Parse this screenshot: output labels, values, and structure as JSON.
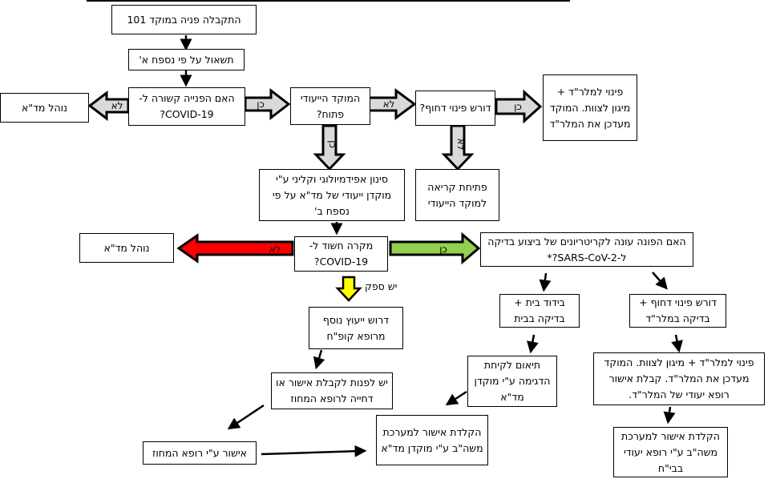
{
  "diagram": {
    "title": "COVID-19 call handling flowchart",
    "colors": {
      "gray_arrow": "#d9d9d9",
      "red_arrow": "#ff0000",
      "green_arrow": "#92d050",
      "yellow_arrow": "#ffff00",
      "outline": "#000000"
    },
    "nodes": {
      "start": "התקבלה פניה במוקד 101",
      "questioning": "תשאול על פי נספח א'",
      "related_q": "האם הפנייה קשורה ל-COVID-19?",
      "handled_mda_1": "נוהל מד\"א",
      "dedicated_open_q": "המוקד הייעודי פתוח?",
      "urgent_evac_q": "דורש פינוי דחוף?",
      "evac_mlrd": "פינוי למלר\"ד + מיגון לצוות. המוקד מעדכן את המלר\"ד",
      "screening": "סינון אפידמיולוגי וקליני ע\"י מוקדן ייעודי של מד\"א על פי נספח ב'",
      "open_call": "פתיחת קריאה למוקד הייעודי",
      "suspected_q": "מקרה חשוד ל-COVID-19?",
      "handled_mda_2": "נוהל מד\"א",
      "criteria_q": "האם הפונה עונה לקריטריונים של ביצוע בדיקה ל-SARS-CoV-2?*",
      "home_isolation": "בידוד בית + בדיקה בבית",
      "urgent_evac_test": "דורש פינוי דחוף + בדיקה במלר\"ד",
      "consult": "דרוש ייעוץ נוסף מרופא קופ\"ח",
      "sample_coord": "תיאום לקיחת הדגימה ע\"י מוקדן מד\"א",
      "evac_mlrd_2": "פינוי למלר\"ד + מיגון לצוות. המוקד מעדכן את המלר\"ד. קבלת אישור רופא יעודי של המלר\"ד.",
      "approval_request": "יש לפנות לקבלת אישור או דחייה לרופא המחוז",
      "record_mda": "הקלדת אישור למערכת משה\"ב ע\"י מוקדן מד\"א",
      "record_hospital": "הקלדת אישור למערכת משה\"ב ע\"י רופא יעודי בבי\"ח",
      "district_approval": "אישור ע\"י רופא המחוז"
    },
    "edge_labels": {
      "no": "לא",
      "yes": "כן",
      "doubt": "יש ספק"
    }
  }
}
